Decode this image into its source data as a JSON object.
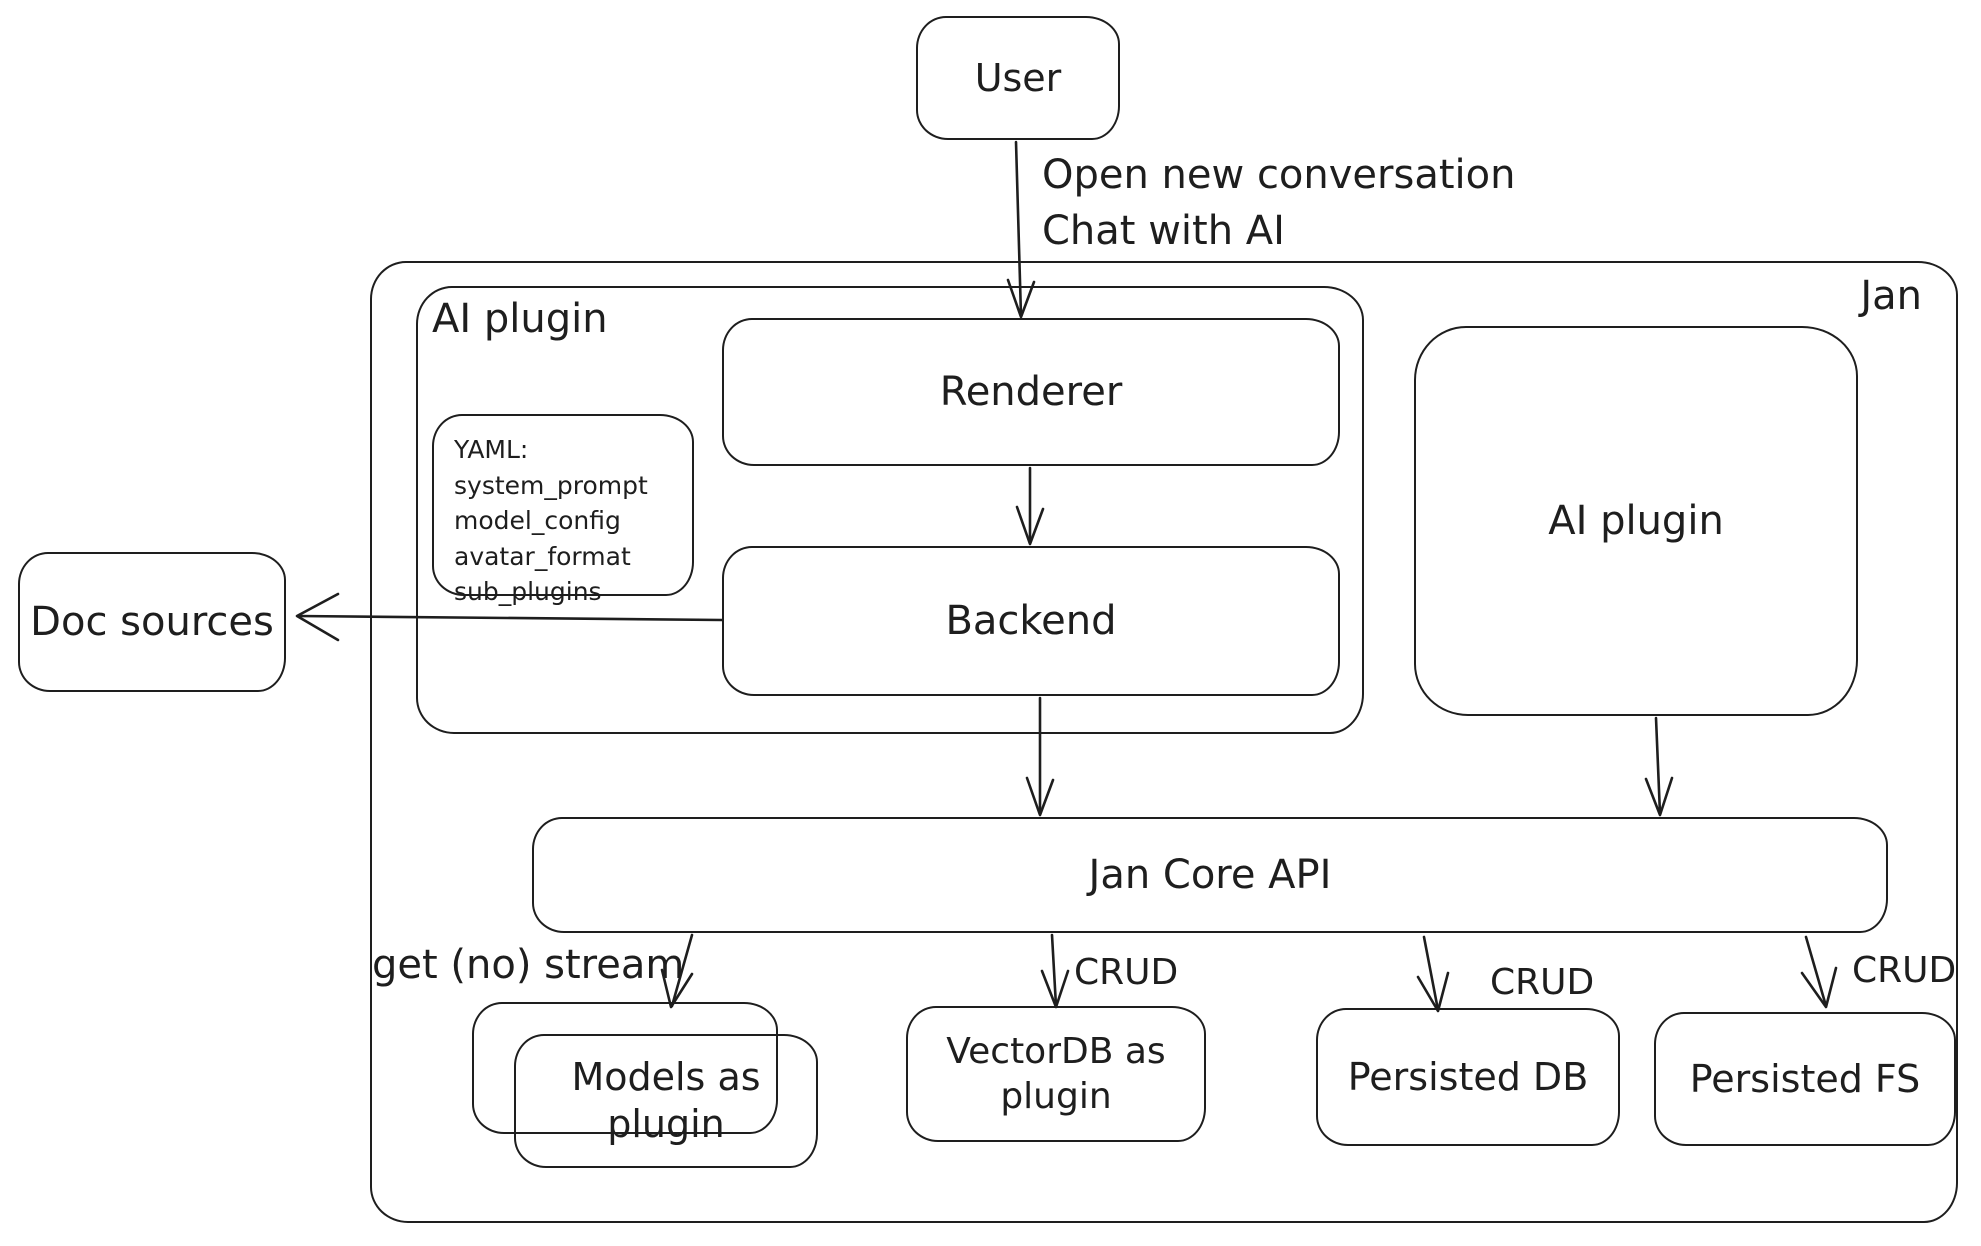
{
  "diagram": {
    "outer_container_label": "Jan",
    "plugin_container_label": "AI plugin",
    "nodes": {
      "user": "User",
      "renderer": "Renderer",
      "backend": "Backend",
      "doc_sources": "Doc sources",
      "ai_plugin_box": "AI plugin",
      "jan_core_api": "Jan Core API",
      "models_as_plugin": "Models as plugin",
      "vectordb_as_plugin": "VectorDB as plugin",
      "persisted_db": "Persisted DB",
      "persisted_fs": "Persisted FS"
    },
    "yaml_note": [
      "YAML:",
      "system_prompt",
      "model_config",
      "avatar_format",
      "sub_plugins"
    ],
    "edge_labels": {
      "user_line1": "Open new conversation",
      "user_line2": "Chat with AI",
      "stream": "get (no) stream",
      "crud_vectordb": "CRUD",
      "crud_db": "CRUD",
      "crud_fs": "CRUD"
    },
    "colors": {
      "stroke": "#1e1e1e",
      "background": "#ffffff"
    }
  }
}
